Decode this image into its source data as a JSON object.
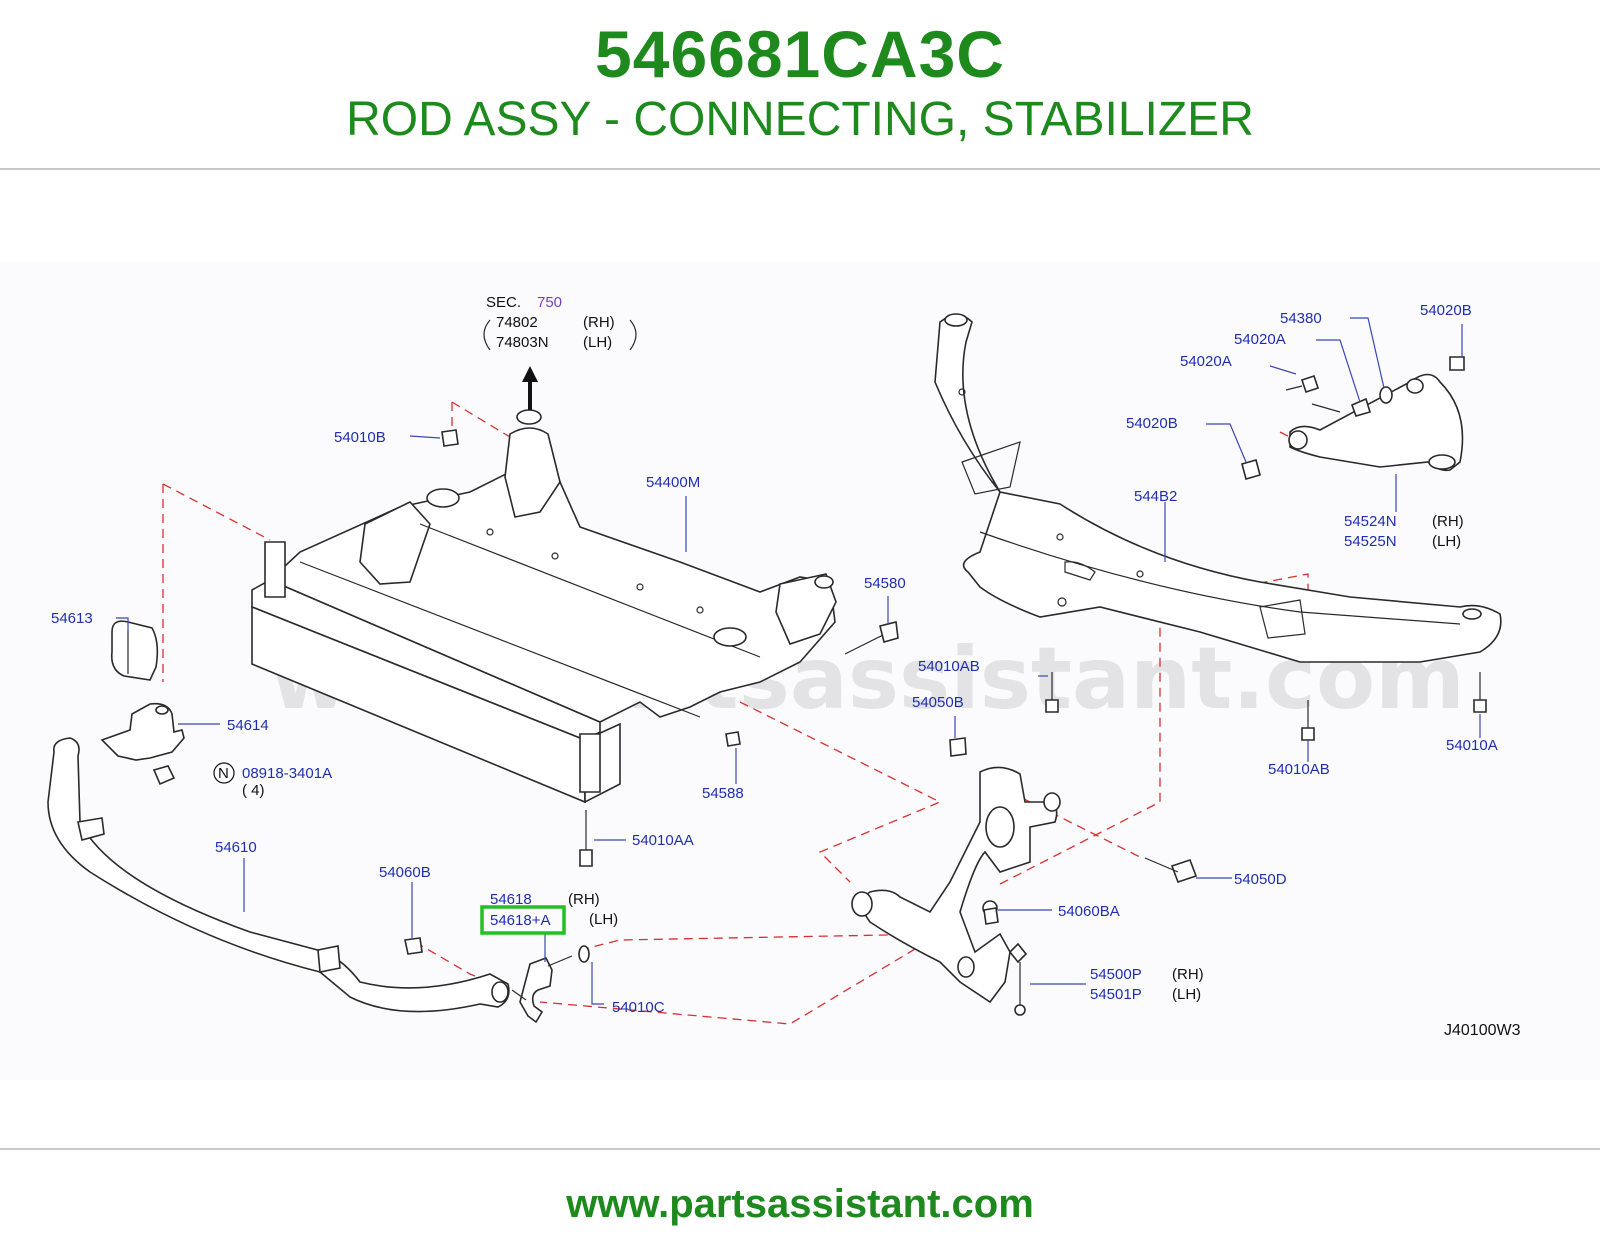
{
  "header": {
    "part_number": "546681CA3C",
    "part_name": "ROD ASSY - CONNECTING, STABILIZER"
  },
  "diagram": {
    "watermark": "www.partsassistant.com",
    "diagram_code": "J40100W3",
    "highlighted_label": "54618+A",
    "sec_reference": {
      "prefix": "SEC.",
      "number": "750",
      "lines": [
        {
          "part": "74802",
          "side": "(RH)"
        },
        {
          "part": "74803N",
          "side": "(LH)"
        }
      ]
    },
    "labels": {
      "l54010B_top": "54010B",
      "l54400M": "54400M",
      "l54613": "54613",
      "l54614": "54614",
      "l08918": "08918-3401A",
      "l08918_qty": "( 4)",
      "n_symbol": "N",
      "l54580": "54580",
      "l54588": "54588",
      "l54010AA": "54010AA",
      "l54610": "54610",
      "l54060B": "54060B",
      "l54618": "54618",
      "l54618_rh": "(RH)",
      "l54618A": "54618+A",
      "l54618A_lh": "(LH)",
      "l54010C": "54010C",
      "l54380": "54380",
      "l54020B_top": "54020B",
      "l54020A_1": "54020A",
      "l54020A_2": "54020A",
      "l54020B_mid": "54020B",
      "l544B2": "544B2",
      "l54524N": "54524N",
      "l54524N_rh": "(RH)",
      "l54525N": "54525N",
      "l54525N_lh": "(LH)",
      "l54010AB_1": "54010AB",
      "l54050B": "54050B",
      "l54010AB_2": "54010AB",
      "l54010A": "54010A",
      "l54050D": "54050D",
      "l54060BA": "54060BA",
      "l54500P": "54500P",
      "l54500P_rh": "(RH)",
      "l54501P": "54501P",
      "l54501P_lh": "(LH)"
    }
  },
  "footer": {
    "url": "www.partsassistant.com"
  }
}
